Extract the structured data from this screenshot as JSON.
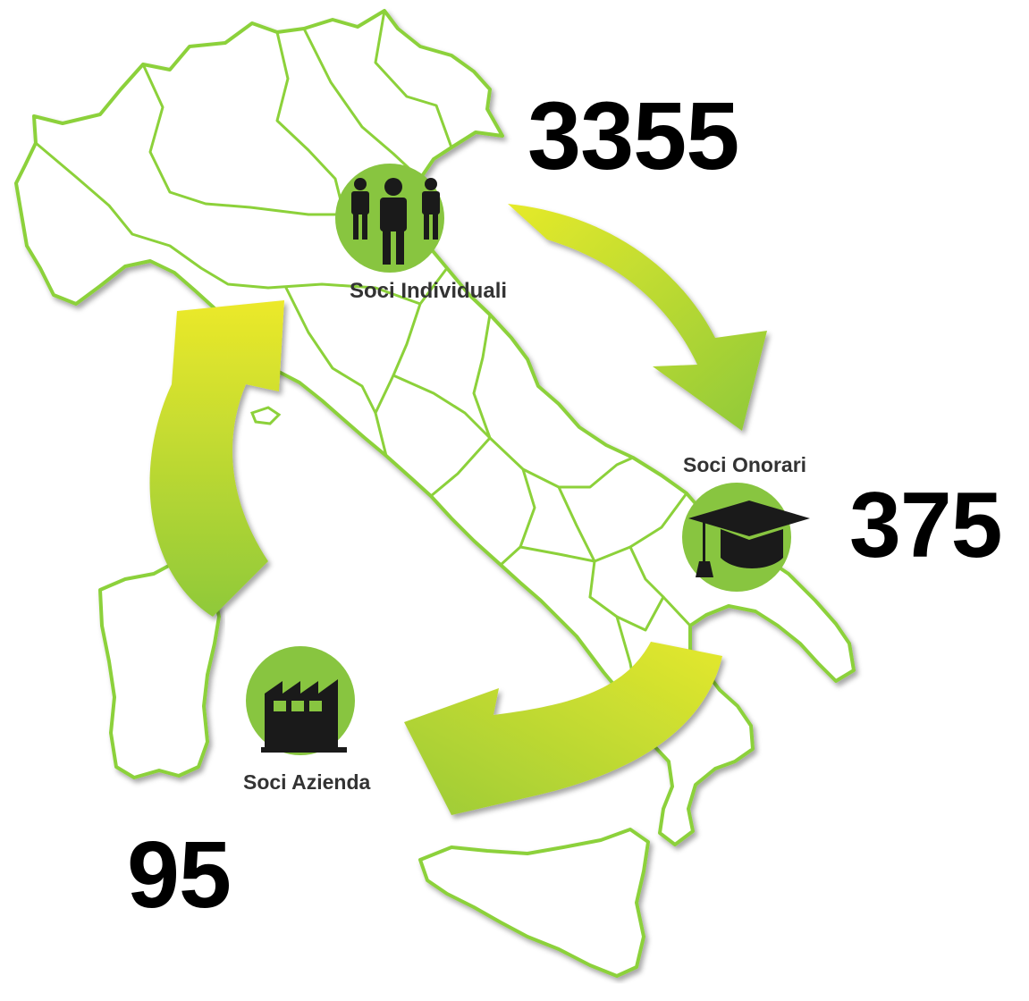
{
  "colors": {
    "map_outline": "#8cd13a",
    "arrow_light": "#e6ea2a",
    "arrow_dark": "#8fc93a",
    "icon_circle": "#88c540",
    "icon_glyph": "#1a1a1a",
    "text": "#000000",
    "label_text": "#333333"
  },
  "groups": [
    {
      "id": "individuali",
      "label": "Soci Individuali",
      "count": "3355",
      "icon": "people-icon"
    },
    {
      "id": "onorari",
      "label": "Soci Onorari",
      "count": "375",
      "icon": "graduation-cap-icon"
    },
    {
      "id": "azienda",
      "label": "Soci Azienda",
      "count": "95",
      "icon": "factory-icon"
    }
  ]
}
